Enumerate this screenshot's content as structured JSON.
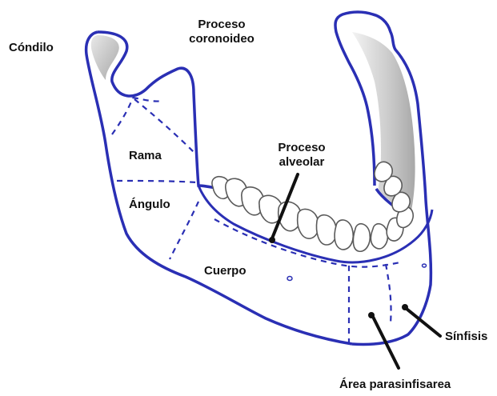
{
  "labels": {
    "condilo": "Cóndilo",
    "coronoideo_line1": "Proceso",
    "coronoideo_line2": "coronoideo",
    "rama": "Rama",
    "angulo": "Ángulo",
    "alveolar_line1": "Proceso",
    "alveolar_line2": "alveolar",
    "cuerpo": "Cuerpo",
    "sinfisis": "Sínfisis",
    "parasinfisarea": "Área parasinfisarea"
  },
  "colors": {
    "outline": "#2a2fb4",
    "pointer": "#111111",
    "shade": "#cfcfcf",
    "teeth_stroke": "#5a5a5a"
  }
}
